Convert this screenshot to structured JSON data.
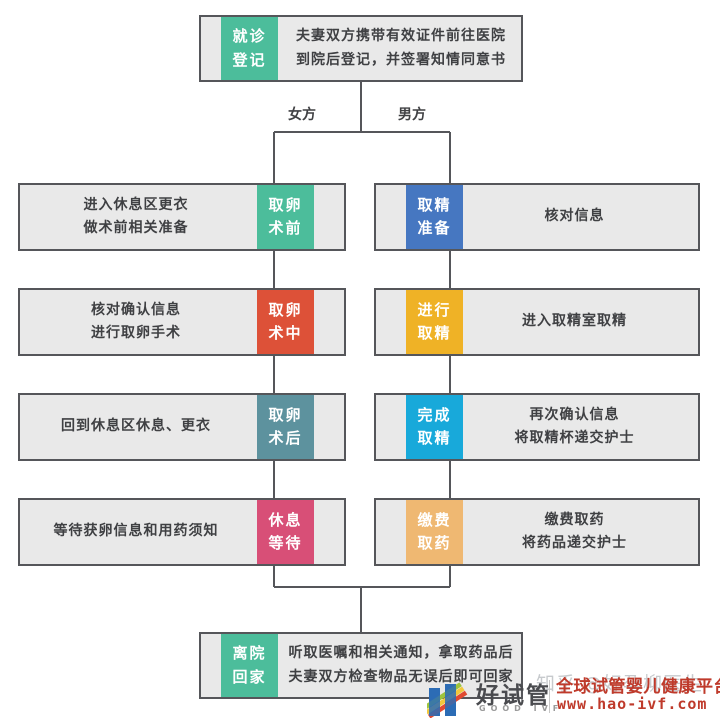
{
  "flow": {
    "top": {
      "label": "就诊\n登记",
      "text": "夫妻双方携带有效证件前往医院\n到院后登记，并签署知情同意书",
      "color": "#4CBD9B"
    },
    "branch_left_label": "女方",
    "branch_right_label": "男方",
    "left_steps": [
      {
        "label": "取卵\n术前",
        "text": "进入休息区更衣\n做术前相关准备",
        "color": "#4CBD9B"
      },
      {
        "label": "取卵\n术中",
        "text": "核对确认信息\n进行取卵手术",
        "color": "#DD5138"
      },
      {
        "label": "取卵\n术后",
        "text": "回到休息区休息、更衣",
        "color": "#5D929E"
      },
      {
        "label": "休息\n等待",
        "text": "等待获卵信息和用药须知",
        "color": "#D84F77"
      }
    ],
    "right_steps": [
      {
        "label": "取精\n准备",
        "text": "核对信息",
        "color": "#4677C1"
      },
      {
        "label": "进行\n取精",
        "text": "进入取精室取精",
        "color": "#EFB226"
      },
      {
        "label": "完成\n取精",
        "text": "再次确认信息\n将取精杯递交护士",
        "color": "#18A9DA"
      },
      {
        "label": "缴费\n取药",
        "text": "缴费取药\n将药品递交护士",
        "color": "#EFB872"
      }
    ],
    "bottom": {
      "label": "离院\n回家",
      "text": "听取医嘱和相关通知，拿取药品后\n夫妻双方检查物品无误后即可回家",
      "color": "#4CBD9B"
    }
  },
  "footer": {
    "brand_name": "好试管",
    "brand_sub": "GOOD IVF",
    "tagline": "全球试管婴儿健康平台",
    "url": "www.hao-ivf.com",
    "colors": {
      "brand_blue": "#2D6CB5",
      "stripe_red": "#E04A31",
      "stripe_yellow": "#F2C83C",
      "stripe_green": "#9DC53C",
      "accent_red": "#BF3A2B"
    }
  },
  "watermark": "知乎 @好孕柳医生",
  "style_colors": {
    "box_fill": "#E9E9E9",
    "box_border": "#55565A"
  }
}
